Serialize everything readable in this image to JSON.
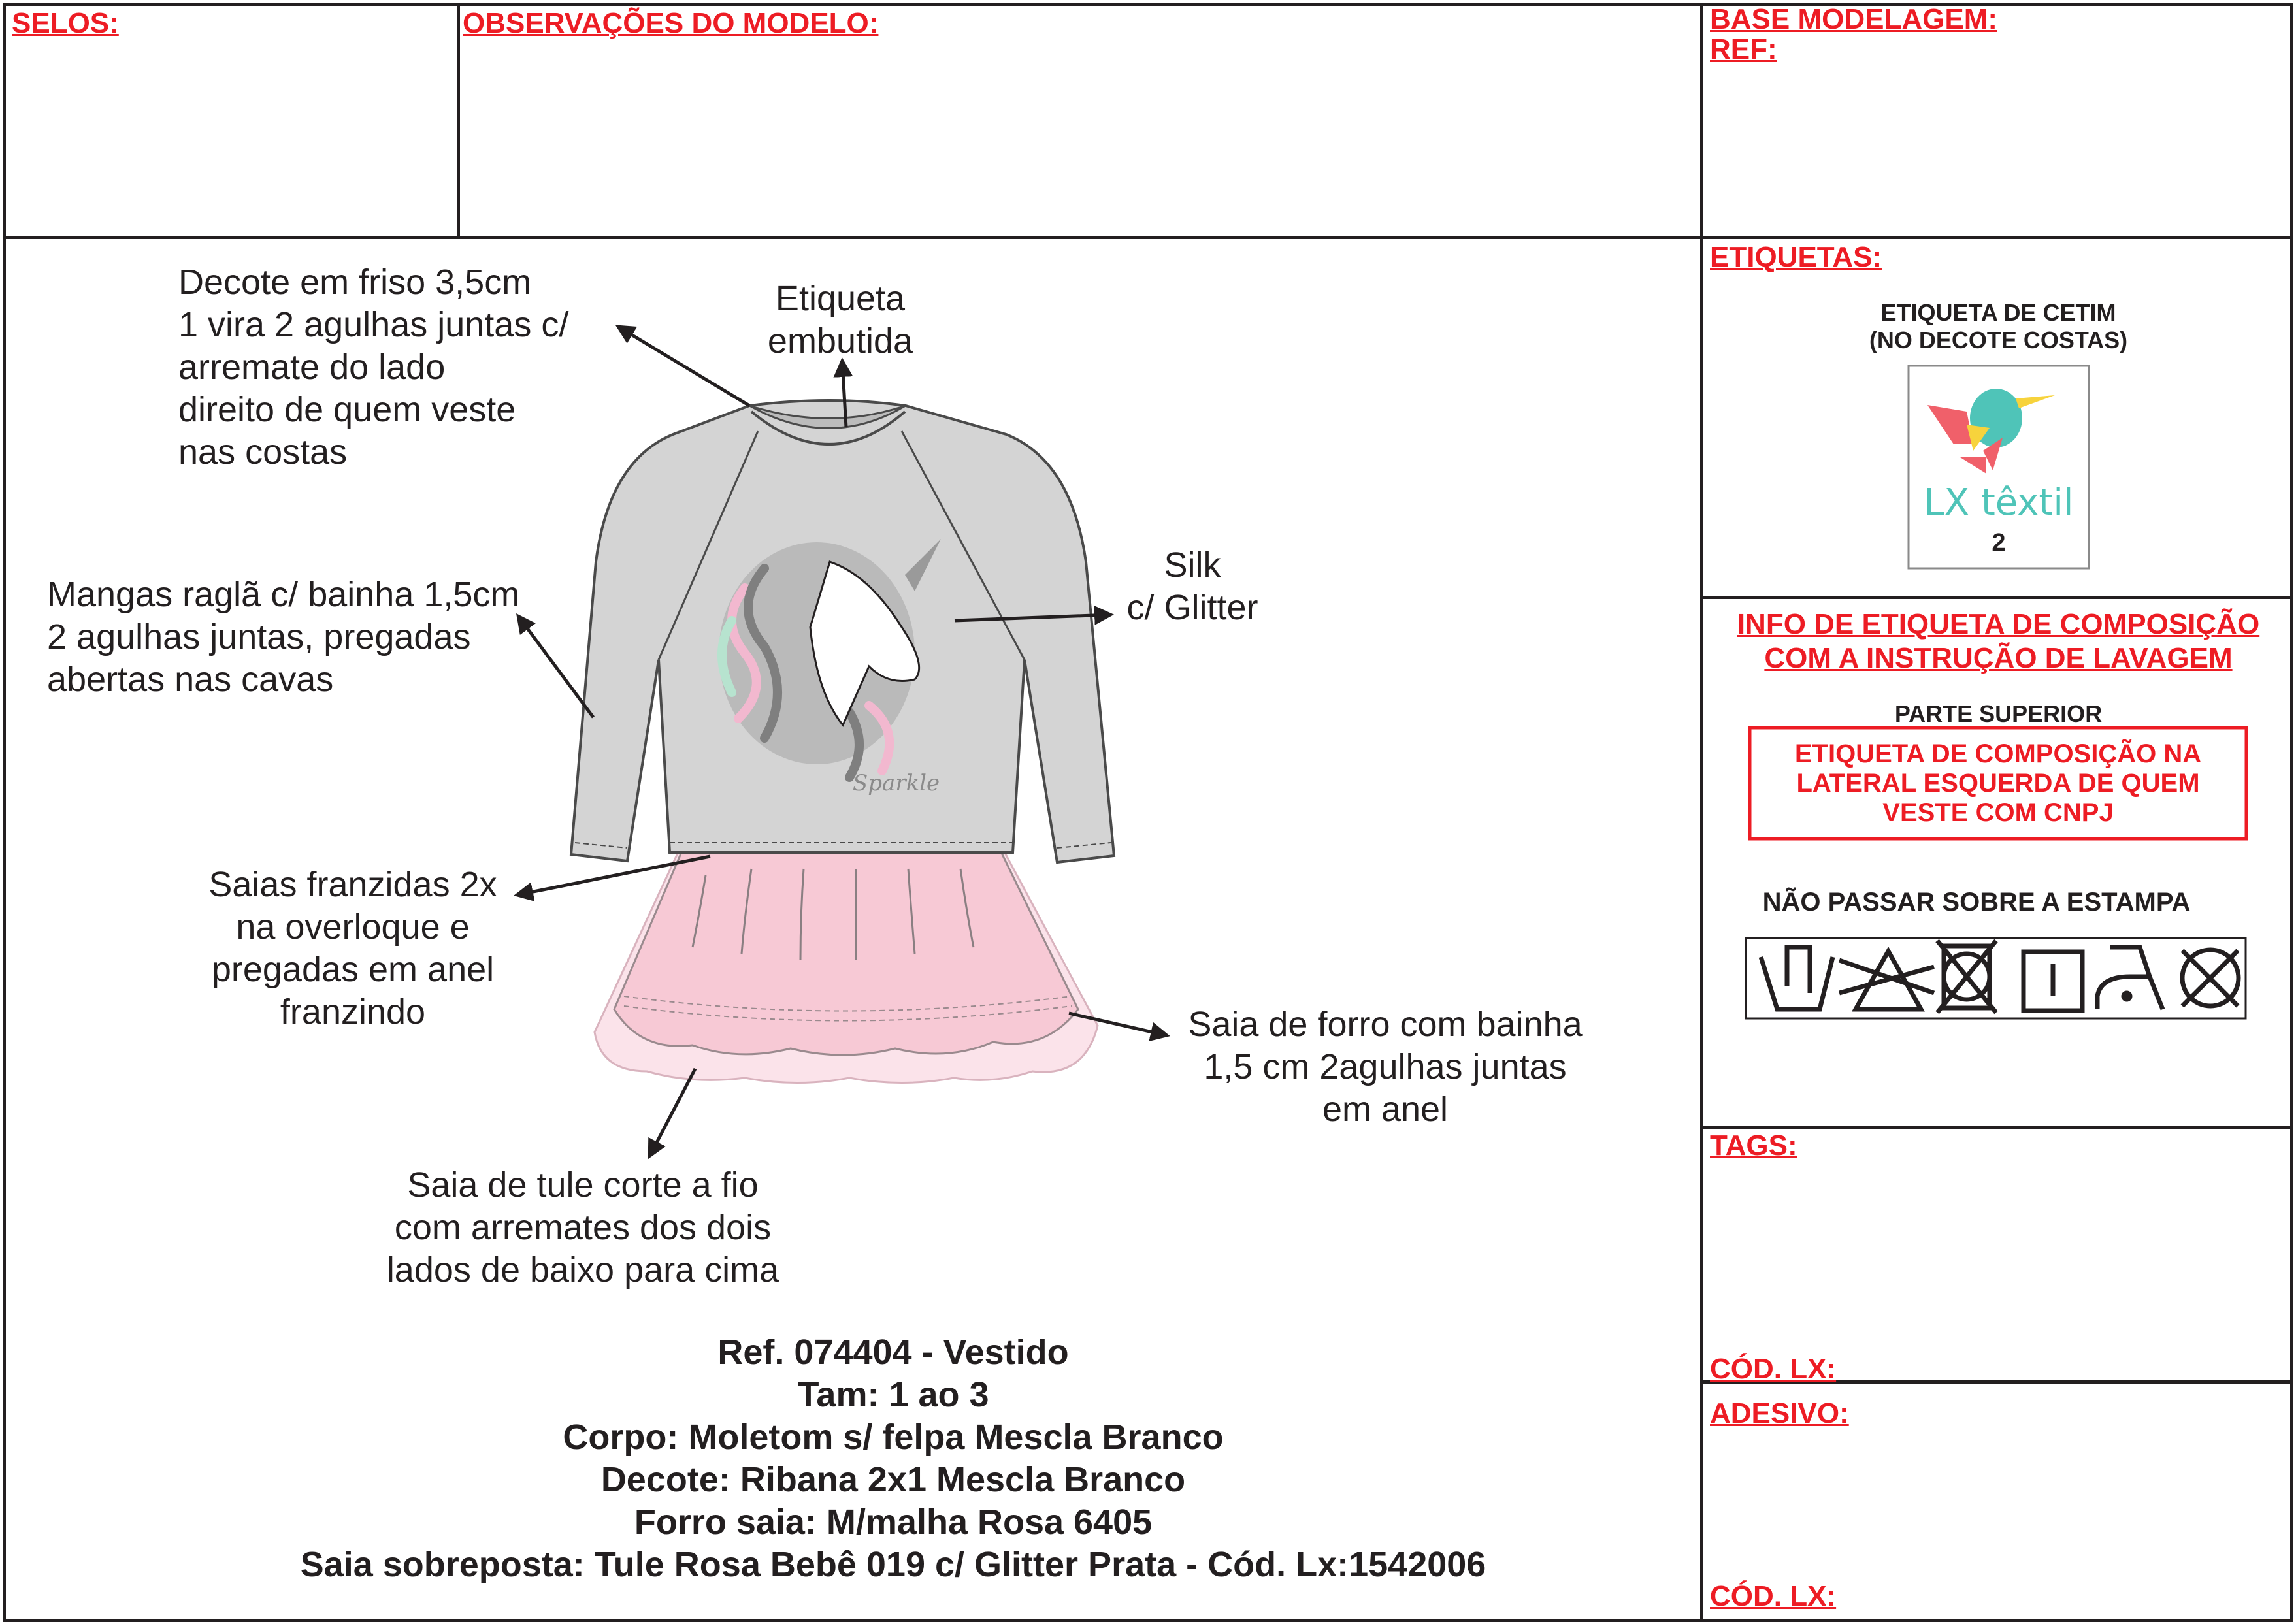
{
  "header": {
    "selos": "SELOS:",
    "observacoes": "OBSERVAÇÕES DO MODELO:",
    "base_modelagem": "BASE MODELAGEM:",
    "ref": "REF:"
  },
  "annotations": {
    "decote": [
      "Decote em friso 3,5cm",
      "1 vira 2 agulhas juntas c/",
      "arremate do lado",
      "direito de quem veste",
      "nas costas"
    ],
    "etiqueta": [
      "Etiqueta",
      "embutida"
    ],
    "mangas": [
      "Mangas raglã c/ bainha 1,5cm",
      "2 agulhas juntas, pregadas",
      "abertas nas cavas"
    ],
    "silk": [
      "Silk",
      "c/ Glitter"
    ],
    "saias": [
      "Saias franzidas 2x",
      "na overloque e",
      "pregadas em anel",
      "franzindo"
    ],
    "forro": [
      "Saia de forro com bainha",
      "1,5 cm 2agulhas juntas",
      "em anel"
    ],
    "tule": [
      "Saia de tule corte a fio",
      "com arremates dos dois",
      "lados de baixo para cima"
    ]
  },
  "artwork": {
    "print_text": "Sparkle"
  },
  "spec": [
    "Ref. 074404 - Vestido",
    "Tam: 1 ao 3",
    "Corpo: Moletom s/ felpa Mescla Branco",
    "Decote: Ribana 2x1 Mescla Branco",
    "Forro saia: M/malha Rosa 6405",
    "Saia sobreposta: Tule Rosa Bebê 019 c/ Glitter Prata - Cód. Lx:1542006"
  ],
  "right": {
    "etiquetas": "ETIQUETAS:",
    "cetim": [
      "ETIQUETA DE CETIM",
      "(NO DECOTE COSTAS)"
    ],
    "label_brand": "LX têxtil",
    "label_size": "2",
    "info": [
      "INFO DE ETIQUETA DE COMPOSIÇÃO",
      "COM A INSTRUÇÃO DE LAVAGEM"
    ],
    "parte": "PARTE SUPERIOR",
    "composicao": [
      "ETIQUETA DE COMPOSIÇÃO NA",
      "LATERAL ESQUERDA DE QUEM",
      "VESTE COM CNPJ"
    ],
    "nao_passar": "NÃO PASSAR SOBRE A ESTAMPA",
    "care_icons": [
      "hand-wash-icon",
      "do-not-bleach-icon",
      "do-not-tumble-dry-icon",
      "line-dry-icon",
      "iron-low-icon",
      "do-not-dry-clean-icon"
    ],
    "tags": "TAGS:",
    "cod1": "CÓD. LX:",
    "adesivo": "ADESIVO:",
    "cod2": "CÓD. LX:"
  },
  "colors": {
    "red": "#ed1c24",
    "ink": "#231f20",
    "sweater": "#d4d4d4",
    "skirt": "#f7c9d5",
    "teal": "#4fc4b8"
  }
}
